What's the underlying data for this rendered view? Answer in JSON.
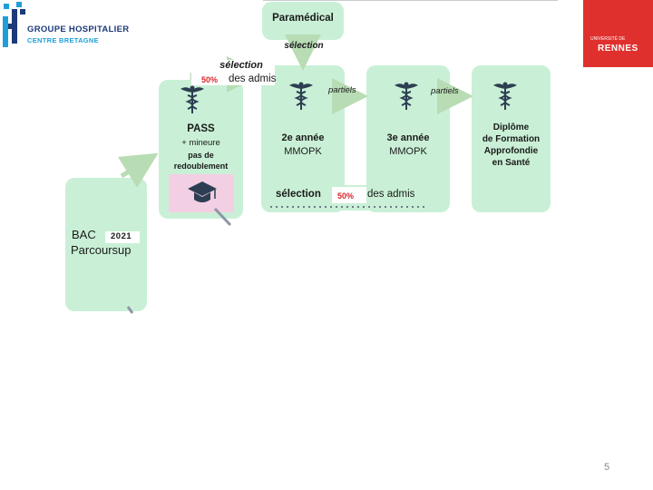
{
  "header": {
    "hospital_name": "GROUPE HOSPITALIER",
    "hospital_sub": "CENTRE BRETAGNE",
    "university_line1": "UNIVERSITÉ DE",
    "university_line2": "RENNES"
  },
  "diagram": {
    "paramedical": "Paramédical",
    "selection_top": "sélection",
    "selection_pass_line1": "sélection",
    "selection_pass_pct": "50%",
    "selection_pass_line2": "des admis",
    "partiels_1": "partiels",
    "partiels_2": "partiels",
    "pass": {
      "title": "PASS",
      "line1": "+ mineure",
      "line2": "pas de",
      "line3": "redoublement"
    },
    "year2": {
      "title": "2e année",
      "sub": "MMOPK"
    },
    "year3": {
      "title": "3e année",
      "sub": "MMOPK"
    },
    "diploma": {
      "l1": "Diplôme",
      "l2": "de Formation",
      "l3": "Approfondie",
      "l4": "en Santé"
    },
    "selection_bottom": "sélection",
    "selection_bottom_pct": "50%",
    "selection_bottom_admis": "des admis",
    "bac": {
      "title": "BAC",
      "year": "2021",
      "sub": "Parcoursup"
    }
  },
  "footer": {
    "page_number": "5"
  }
}
